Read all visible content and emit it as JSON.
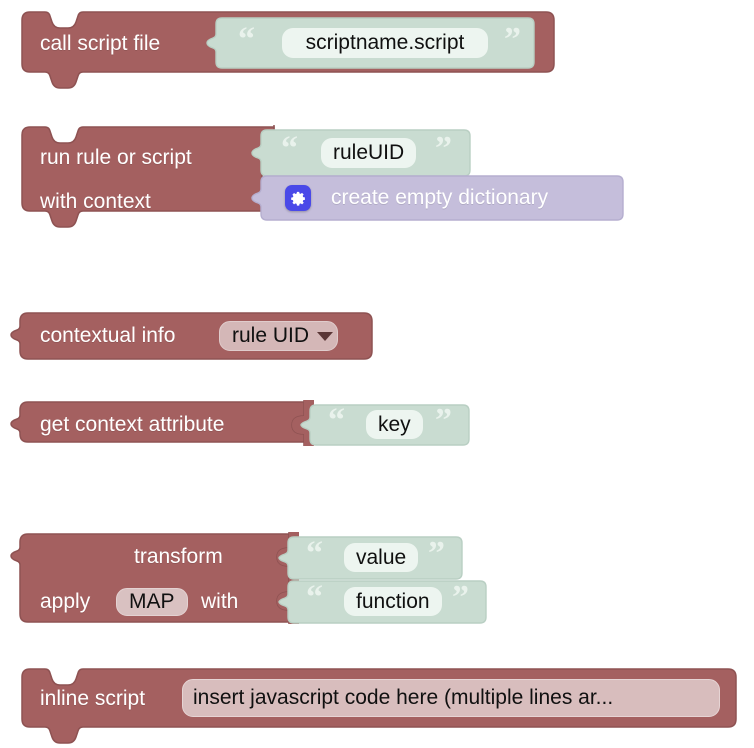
{
  "theme": {
    "block_red": "#a46060",
    "block_red_dark": "#8e5252",
    "block_green": "#c9dcd1",
    "block_purple": "#c5bedb",
    "field_green": "#edf5f0",
    "field_pink": "#d9c1c1",
    "gear_blue": "#4a49e8",
    "canvas": "#ffffff",
    "label_white": "#ffffff",
    "label_dark": "#101010"
  },
  "blocks": [
    {
      "id": "call-script-file",
      "kind": "statement",
      "labels": [
        "call script file"
      ],
      "inner": {
        "kind": "text-value",
        "value": "scriptname.script",
        "open_quote": "“",
        "close_quote": "”"
      }
    },
    {
      "id": "run-rule-or-script",
      "kind": "statement",
      "labels": [
        "run rule or script",
        "with context"
      ],
      "inner_rows": [
        {
          "kind": "text-value",
          "value": "ruleUID",
          "open_quote": "“",
          "close_quote": "”"
        },
        {
          "kind": "dict-value",
          "icon": "gear-icon",
          "value": "create empty dictionary"
        }
      ]
    },
    {
      "id": "contextual-info",
      "kind": "value",
      "labels": [
        "contextual info"
      ],
      "dropdown": {
        "value": "rule UID",
        "caret": "chevron-down-icon"
      }
    },
    {
      "id": "get-context-attribute",
      "kind": "value",
      "labels": [
        "get context attribute"
      ],
      "inner": {
        "kind": "text-value",
        "value": "key",
        "open_quote": "“",
        "close_quote": "”"
      }
    },
    {
      "id": "transform",
      "kind": "value",
      "labels": [
        "transform",
        "apply",
        "with"
      ],
      "dropdown": {
        "value": "MAP"
      },
      "inner_rows": [
        {
          "kind": "text-value",
          "value": "value",
          "open_quote": "“",
          "close_quote": "”"
        },
        {
          "kind": "text-value",
          "value": "function",
          "open_quote": "“",
          "close_quote": "”"
        }
      ]
    },
    {
      "id": "inline-script",
      "kind": "statement",
      "labels": [
        "inline script"
      ],
      "code_field": {
        "value": "insert javascript code here (multiple lines ar..."
      }
    }
  ]
}
